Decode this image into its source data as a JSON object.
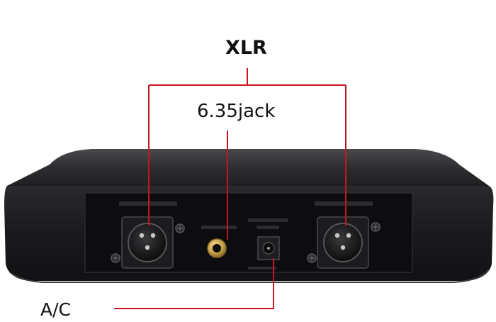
{
  "labels": {
    "xlr": "XLR",
    "jack": "6.35jack",
    "ac": "A/C"
  },
  "colors": {
    "callout_line": "#c8141e",
    "body_dark": "#1b1b1d",
    "panel": "#0e0e10",
    "gold": "#c9a24a"
  },
  "icons": [
    "xlr-connector-icon",
    "jack-socket-icon",
    "dc-power-socket-icon",
    "screw-icon"
  ]
}
